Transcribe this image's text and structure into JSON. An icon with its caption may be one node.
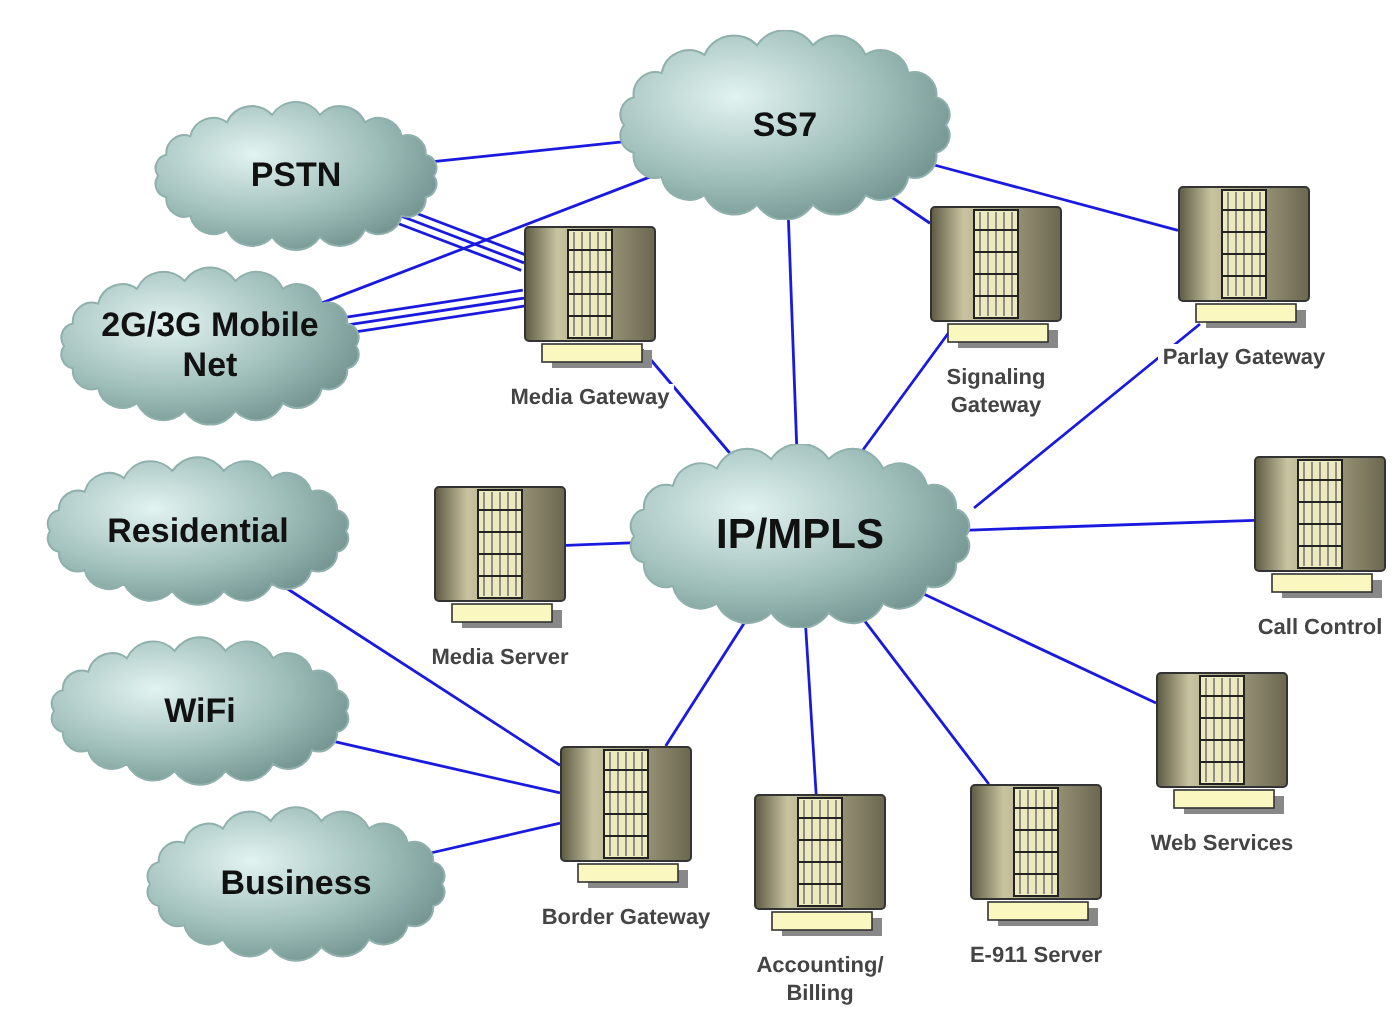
{
  "diagram": {
    "nodes": [
      {
        "text": [
          "PSTN"
        ]
      },
      {
        "text": [
          "SS7"
        ]
      },
      {
        "text": [
          "2G/3G Mobile Net"
        ]
      },
      {
        "text": [
          "Media Gateway"
        ]
      },
      {
        "text": [
          "Signaling Gateway"
        ]
      },
      {
        "text": [
          "Parlay Gateway"
        ]
      },
      {
        "text": [
          "Residential"
        ]
      },
      {
        "text": [
          "Media Server"
        ]
      },
      {
        "text": [
          "IP/MPLS"
        ]
      },
      {
        "text": [
          "Call Control"
        ]
      },
      {
        "text": [
          "WiFi"
        ]
      },
      {
        "text": [
          "Business"
        ]
      },
      {
        "text": [
          "Border Gateway"
        ]
      },
      {
        "text": [
          "Accounting/ Billing"
        ]
      },
      {
        "text": [
          "E-911 Server"
        ]
      },
      {
        "text": [
          "Web Services"
        ]
      }
    ],
    "edges": [
      {
        "from": 0,
        "to": 1,
        "arrow": "none"
      },
      {
        "from": 2,
        "to": 1,
        "arrow": "none"
      },
      {
        "from": 0,
        "to": 3,
        "arrow": "none"
      },
      {
        "from": 0,
        "to": 3,
        "arrow": "none"
      },
      {
        "from": 0,
        "to": 3,
        "arrow": "none"
      },
      {
        "from": 2,
        "to": 3,
        "arrow": "none"
      },
      {
        "from": 2,
        "to": 3,
        "arrow": "none"
      },
      {
        "from": 2,
        "to": 3,
        "arrow": "none"
      },
      {
        "from": 3,
        "to": 8,
        "arrow": "none"
      },
      {
        "from": 1,
        "to": 4,
        "arrow": "none"
      },
      {
        "from": 1,
        "to": 5,
        "arrow": "none"
      },
      {
        "from": 1,
        "to": 8,
        "arrow": "none"
      },
      {
        "from": 4,
        "to": 8,
        "arrow": "none"
      },
      {
        "from": 5,
        "to": 8,
        "arrow": "none"
      },
      {
        "from": 7,
        "to": 8,
        "arrow": "none"
      },
      {
        "from": 9,
        "to": 8,
        "arrow": "none"
      },
      {
        "from": 15,
        "to": 8,
        "arrow": "none"
      },
      {
        "from": 14,
        "to": 8,
        "arrow": "none"
      },
      {
        "from": 13,
        "to": 8,
        "arrow": "none"
      },
      {
        "from": 12,
        "to": 8,
        "arrow": "none"
      },
      {
        "from": 6,
        "to": 12,
        "arrow": "none"
      },
      {
        "from": 10,
        "to": 12,
        "arrow": "none"
      },
      {
        "from": 11,
        "to": 12,
        "arrow": "none"
      }
    ]
  }
}
